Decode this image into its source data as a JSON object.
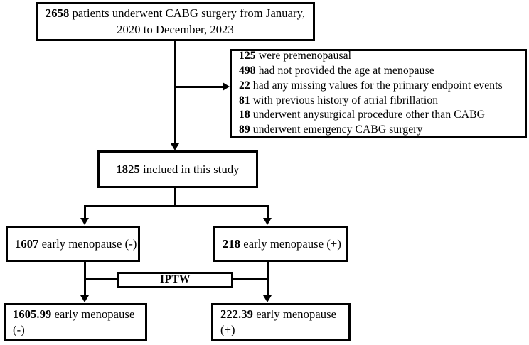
{
  "figure": {
    "type": "flowchart",
    "title": "CABG patient selection flow diagram"
  },
  "nodes": {
    "enrolled": {
      "count": "2658",
      "line1": " patients underwent CABG surgery from January,",
      "line2": "2020 to December, 2023"
    },
    "excluded": {
      "items": [
        {
          "count": "125",
          "text": " were premenopausal"
        },
        {
          "count": "498",
          "text": " had not provided the age at menopause"
        },
        {
          "count": "22",
          "text": " had any missing values for the primary endpoint events"
        },
        {
          "count": "81",
          "text": " with previous history of atrial fibrillation"
        },
        {
          "count": "18",
          "text": " underwent anysurgical procedure other than CABG"
        },
        {
          "count": "89",
          "text": " underwent emergency CABG surgery"
        }
      ]
    },
    "included": {
      "count": "1825",
      "text": " inclued in this study"
    },
    "group_neg": {
      "count": "1607",
      "text": " early menopause (-)"
    },
    "group_pos": {
      "count": "218",
      "text": " early menopause (+)"
    },
    "iptw": {
      "label": "IPTW"
    },
    "weighted_neg": {
      "count": "1605.99",
      "text": " early menopause (-)"
    },
    "weighted_pos": {
      "count": "222.39",
      "text": " early menopause (+)"
    }
  },
  "style": {
    "stroke": "#000000",
    "background": "#ffffff"
  }
}
